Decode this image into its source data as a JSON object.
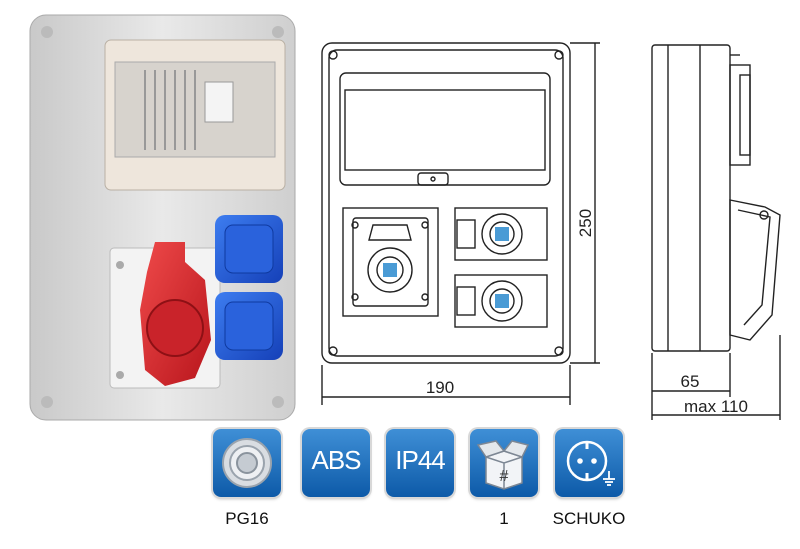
{
  "dimensions": {
    "height": "250",
    "width": "190",
    "depth": "65",
    "max_depth": "max 110"
  },
  "badges": [
    {
      "icon": "cable-gland-icon",
      "text": "",
      "caption": "PG16"
    },
    {
      "icon": "",
      "text": "ABS",
      "caption": ""
    },
    {
      "icon": "",
      "text": "IP44",
      "caption": ""
    },
    {
      "icon": "box-number-icon",
      "text": "",
      "caption": "1"
    },
    {
      "icon": "schuko-socket-icon",
      "text": "",
      "caption": "SCHUKO"
    }
  ],
  "colors": {
    "badge_blue": "#1a6bbd",
    "socket_blue": "#1f5fd6",
    "socket_red": "#d3242b",
    "housing_gray": "#dcdcdc"
  }
}
